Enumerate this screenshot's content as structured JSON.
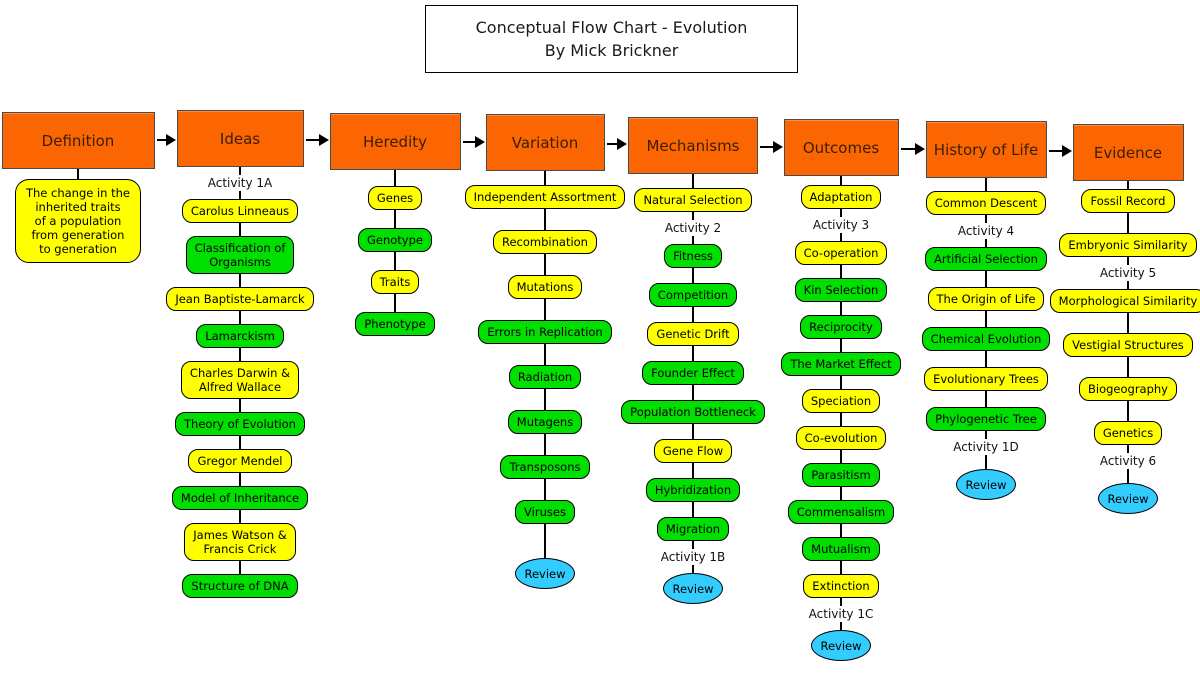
{
  "title": {
    "line1": "Conceptual Flow Chart - Evolution",
    "line2": "By Mick Brickner"
  },
  "colors": {
    "header": "#fb6602",
    "yellow": "#ffff00",
    "green": "#00df00",
    "review": "#33ccff"
  },
  "dashed_activities": [
    "Activity 1A",
    "Activity 2",
    "Activity 3",
    "Activity 4"
  ],
  "columns": [
    {
      "header": "Definition",
      "items": [
        {
          "type": "yellow",
          "variant": "defbox",
          "label": "The change in the\ninherited traits\nof a population\nfrom generation\nto generation"
        }
      ]
    },
    {
      "header": "Ideas",
      "items": [
        {
          "type": "activity",
          "label": "Activity 1A"
        },
        {
          "type": "yellow",
          "label": "Carolus Linneaus"
        },
        {
          "type": "green",
          "label": "Classification of\nOrganisms"
        },
        {
          "type": "yellow",
          "label": "Jean Baptiste-Lamarck"
        },
        {
          "type": "green",
          "label": "Lamarckism"
        },
        {
          "type": "yellow",
          "label": "Charles Darwin &\nAlfred Wallace"
        },
        {
          "type": "green",
          "label": "Theory of Evolution"
        },
        {
          "type": "yellow",
          "label": "Gregor Mendel"
        },
        {
          "type": "green",
          "label": "Model of Inheritance"
        },
        {
          "type": "yellow",
          "label": "James Watson &\nFrancis Crick"
        },
        {
          "type": "green",
          "label": "Structure of DNA"
        }
      ]
    },
    {
      "header": "Heredity",
      "items": [
        {
          "type": "yellow",
          "label": "Genes"
        },
        {
          "type": "green",
          "label": "Genotype"
        },
        {
          "type": "yellow",
          "label": "Traits"
        },
        {
          "type": "green",
          "label": "Phenotype"
        }
      ]
    },
    {
      "header": "Variation",
      "items": [
        {
          "type": "yellow",
          "label": "Independent Assortment"
        },
        {
          "type": "yellow",
          "label": "Recombination"
        },
        {
          "type": "yellow",
          "label": "Mutations"
        },
        {
          "type": "green",
          "label": "Errors in Replication"
        },
        {
          "type": "green",
          "label": "Radiation"
        },
        {
          "type": "green",
          "label": "Mutagens"
        },
        {
          "type": "green",
          "label": "Transposons"
        },
        {
          "type": "green",
          "label": "Viruses"
        },
        {
          "type": "review",
          "label": "Review"
        }
      ]
    },
    {
      "header": "Mechanisms",
      "items": [
        {
          "type": "yellow",
          "label": "Natural Selection"
        },
        {
          "type": "activity",
          "label": "Activity 2"
        },
        {
          "type": "green",
          "label": "Fitness"
        },
        {
          "type": "green",
          "label": "Competition"
        },
        {
          "type": "yellow",
          "label": "Genetic Drift"
        },
        {
          "type": "green",
          "label": "Founder Effect"
        },
        {
          "type": "green",
          "label": "Population Bottleneck"
        },
        {
          "type": "yellow",
          "label": "Gene Flow"
        },
        {
          "type": "green",
          "label": "Hybridization"
        },
        {
          "type": "green",
          "label": "Migration"
        },
        {
          "type": "activity",
          "label": "Activity 1B"
        },
        {
          "type": "review",
          "label": "Review"
        }
      ]
    },
    {
      "header": "Outcomes",
      "items": [
        {
          "type": "yellow",
          "label": "Adaptation"
        },
        {
          "type": "activity",
          "label": "Activity 3"
        },
        {
          "type": "yellow",
          "label": "Co-operation"
        },
        {
          "type": "green",
          "label": "Kin Selection"
        },
        {
          "type": "green",
          "label": "Reciprocity"
        },
        {
          "type": "green",
          "label": "The Market Effect"
        },
        {
          "type": "yellow",
          "label": "Speciation"
        },
        {
          "type": "yellow",
          "label": "Co-evolution"
        },
        {
          "type": "green",
          "label": "Parasitism"
        },
        {
          "type": "green",
          "label": "Commensalism"
        },
        {
          "type": "green",
          "label": "Mutualism"
        },
        {
          "type": "yellow",
          "label": "Extinction"
        },
        {
          "type": "activity",
          "label": "Activity 1C"
        },
        {
          "type": "review",
          "label": "Review"
        }
      ]
    },
    {
      "header": "History of Life",
      "items": [
        {
          "type": "yellow",
          "label": "Common Descent"
        },
        {
          "type": "activity",
          "label": "Activity 4"
        },
        {
          "type": "green",
          "label": "Artificial Selection"
        },
        {
          "type": "yellow",
          "label": "The Origin of Life"
        },
        {
          "type": "green",
          "label": "Chemical Evolution"
        },
        {
          "type": "yellow",
          "label": "Evolutionary Trees"
        },
        {
          "type": "green",
          "label": "Phylogenetic Tree"
        },
        {
          "type": "activity",
          "label": "Activity 1D"
        },
        {
          "type": "review",
          "label": "Review"
        }
      ]
    },
    {
      "header": "Evidence",
      "items": [
        {
          "type": "yellow",
          "label": "Fossil Record"
        },
        {
          "type": "yellow",
          "label": "Embryonic Similarity"
        },
        {
          "type": "activity",
          "label": "Activity 5"
        },
        {
          "type": "yellow",
          "label": "Morphological Similarity"
        },
        {
          "type": "yellow",
          "label": "Vestigial Structures"
        },
        {
          "type": "yellow",
          "label": "Biogeography"
        },
        {
          "type": "yellow",
          "label": "Genetics"
        },
        {
          "type": "activity",
          "label": "Activity 6"
        },
        {
          "type": "review",
          "label": "Review"
        }
      ]
    }
  ]
}
